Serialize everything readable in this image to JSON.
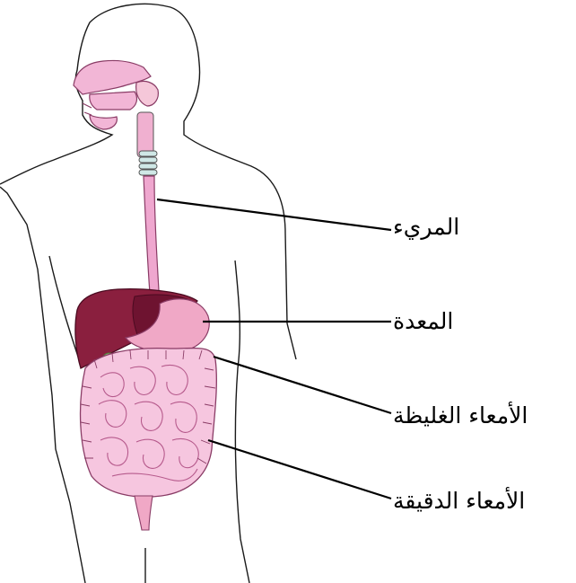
{
  "labels": {
    "esophagus": "المريء",
    "stomach": "المعدة",
    "large_intestine": "الأمعاء الغليظة",
    "small_intestine": "الأمعاء الدقيقة"
  },
  "colors": {
    "body_outline": "#1a1a1a",
    "mouth_pink": "#f2b6d6",
    "esophagus_pink": "#efa7cf",
    "trachea_rings": "#cfe8e6",
    "liver": "#8a1f3e",
    "liver_dark": "#6e1330",
    "stomach": "#f0a8c6",
    "intestine": "#f6c6df",
    "intestine_line": "#b65a8c",
    "gallbladder": "#9ccf7e",
    "leader_line": "#000000"
  }
}
